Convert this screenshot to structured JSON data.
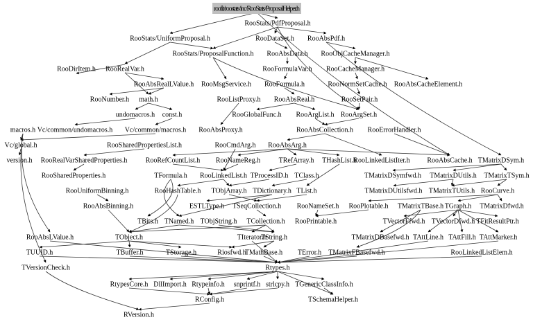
{
  "graph": {
    "root": "roofit/roostats/inc/RooStats/ProposalHelper.h",
    "root_fill": "#bfbfbf",
    "nodes": [
      "roofit/roostats/inc/RooStats/ProposalHelper.h",
      "RooStats/PdfProposal.h",
      "RooStats/UniformProposal.h",
      "RooDataSet.h",
      "RooAbsPdf.h",
      "RooStats/ProposalFunction.h",
      "RooAbsData.h",
      "RooObjCacheManager.h",
      "RooDirItem.h",
      "RooRealVar.h",
      "RooFormulaVar.h",
      "RooCacheManager.h",
      "RooAbsRealLValue.h",
      "RooMsgService.h",
      "RooFormula.h",
      "RooNormSetCache.h",
      "RooAbsCacheElement.h",
      "RooNumber.h",
      "math.h",
      "RooListProxy.h",
      "RooAbsReal.h",
      "RooSetPair.h",
      "undomacros.h",
      "const.h",
      "RooGlobalFunc.h",
      "RooArgList.h",
      "RooArgSet.h",
      "macros.h",
      "Vc/common/undomacros.h",
      "Vc/common/macros.h",
      "RooAbsProxy.h",
      "RooAbsCollection.h",
      "RooErrorHandler.h",
      "Vc/global.h",
      "RooSharedPropertiesList.h",
      "RooCmdArg.h",
      "RooAbsArg.h",
      "version.h",
      "RooRealVarSharedProperties.h",
      "RooRefCountList.h",
      "RooNameReg.h",
      "TRefArray.h",
      "THashList.h",
      "RooLinkedListIter.h",
      "RooAbsCache.h",
      "TMatrixDSym.h",
      "RooSharedProperties.h",
      "TFormula.h",
      "RooLinkedList.h",
      "TProcessID.h",
      "TClass.h",
      "TMatrixDSymfwd.h",
      "TMatrixDUtils.h",
      "TMatrixTSym.h",
      "RooUniformBinning.h",
      "RooHashTable.h",
      "TObjArray.h",
      "TDictionary.h",
      "TList.h",
      "TMatrixDUtilsfwd.h",
      "TMatrixTUtils.h",
      "RooCurve.h",
      "RooAbsBinning.h",
      "ESTLType.h",
      "TSeqCollection.h",
      "RooNameSet.h",
      "RooPlotable.h",
      "TMatrixTBase.h",
      "TGraph.h",
      "TMatrixDfwd.h",
      "TBits.h",
      "TNamed.h",
      "TObjString.h",
      "TCollection.h",
      "RooPrintable.h",
      "TVectorFfwd.h",
      "TVectorDfwd.h",
      "TFitResultPtr.h",
      "RooAbsLValue.h",
      "TObject.h",
      "TIterator.h",
      "TString.h",
      "TMatrixDBasefwd.h",
      "TAttLine.h",
      "TAttFill.h",
      "TAttMarker.h",
      "TUUID.h",
      "TBuffer.h",
      "TStorage.h",
      "Riosfwd.h",
      "TMathBase.h",
      "TError.h",
      "TMatrixFBasefwd.h",
      "RooLinkedListElem.h",
      "TVersionCheck.h",
      "Rtypes.h",
      "RtypesCore.h",
      "DllImport.h",
      "Rtypeinfo.h",
      "snprintf.h",
      "strlcpy.h",
      "TGenericClassInfo.h",
      "RConfig.h",
      "TSchemaHelper.h",
      "RVersion.h"
    ],
    "edges": [
      [
        "roofit/roostats/inc/RooStats/ProposalHelper.h",
        "RooStats/PdfProposal.h"
      ],
      [
        "roofit/roostats/inc/RooStats/ProposalHelper.h",
        "RooStats/UniformProposal.h"
      ],
      [
        "roofit/roostats/inc/RooStats/ProposalHelper.h",
        "RooAbsCache.h"
      ],
      [
        "RooStats/PdfProposal.h",
        "RooDataSet.h"
      ],
      [
        "RooStats/PdfProposal.h",
        "RooAbsPdf.h"
      ],
      [
        "RooStats/PdfProposal.h",
        "RooStats/ProposalFunction.h"
      ],
      [
        "RooStats/PdfProposal.h",
        "RooArgSet.h"
      ],
      [
        "RooStats/UniformProposal.h",
        "RooStats/ProposalFunction.h"
      ],
      [
        "RooStats/UniformProposal.h",
        "RooRealVar.h"
      ],
      [
        "RooDataSet.h",
        "RooAbsData.h"
      ],
      [
        "RooAbsPdf.h",
        "RooObjCacheManager.h"
      ],
      [
        "RooAbsPdf.h",
        "TMatrixDSym.h"
      ],
      [
        "RooStats/ProposalFunction.h",
        "RooMsgService.h"
      ],
      [
        "RooStats/ProposalFunction.h",
        "RooArgSet.h"
      ],
      [
        "RooAbsData.h",
        "RooFormulaVar.h"
      ],
      [
        "RooObjCacheManager.h",
        "RooCacheManager.h"
      ],
      [
        "RooObjCacheManager.h",
        "RooAbsCacheElement.h"
      ],
      [
        "RooRealVar.h",
        "RooAbsRealLValue.h"
      ],
      [
        "RooRealVar.h",
        "RooDirItem.h"
      ],
      [
        "RooRealVar.h",
        "math.h"
      ],
      [
        "RooFormulaVar.h",
        "RooFormula.h"
      ],
      [
        "RooCacheManager.h",
        "RooNormSetCache.h"
      ],
      [
        "RooAbsRealLValue.h",
        "RooNumber.h"
      ],
      [
        "RooAbsRealLValue.h",
        "math.h"
      ],
      [
        "RooFormula.h",
        "RooAbsReal.h"
      ],
      [
        "RooNormSetCache.h",
        "RooSetPair.h"
      ],
      [
        "RooSetPair.h",
        "RooArgSet.h"
      ],
      [
        "RooAbsReal.h",
        "RooArgList.h"
      ],
      [
        "RooAbsReal.h",
        "RooGlobalFunc.h"
      ],
      [
        "RooListProxy.h",
        "RooAbsProxy.h"
      ],
      [
        "math.h",
        "undomacros.h"
      ],
      [
        "math.h",
        "const.h"
      ],
      [
        "const.h",
        "Vc/common/macros.h"
      ],
      [
        "undomacros.h",
        "Vc/common/undomacros.h"
      ],
      [
        "Vc/common/macros.h",
        "Vc/global.h"
      ],
      [
        "macros.h",
        "Vc/global.h"
      ],
      [
        "Vc/global.h",
        "version.h"
      ],
      [
        "RooArgList.h",
        "RooAbsCollection.h"
      ],
      [
        "RooArgSet.h",
        "RooAbsCollection.h"
      ],
      [
        "RooAbsCollection.h",
        "RooAbsArg.h"
      ],
      [
        "RooAbsCollection.h",
        "RooLinkedListIter.h"
      ],
      [
        "RooErrorHandler.h",
        "RooAbsCache.h"
      ],
      [
        "RooSharedPropertiesList.h",
        "RooRealVarSharedProperties.h"
      ],
      [
        "RooRealVarSharedProperties.h",
        "RooSharedProperties.h"
      ],
      [
        "RooAbsArg.h",
        "TRefArray.h"
      ],
      [
        "RooAbsArg.h",
        "THashList.h"
      ],
      [
        "RooAbsArg.h",
        "RooRefCountList.h"
      ],
      [
        "RooAbsArg.h",
        "RooNameReg.h"
      ],
      [
        "RooAbsArg.h",
        "RooAbsCache.h"
      ],
      [
        "RooCmdArg.h",
        "RooLinkedList.h"
      ],
      [
        "RooRefCountList.h",
        "RooLinkedList.h"
      ],
      [
        "RooNameReg.h",
        "RooLinkedList.h"
      ],
      [
        "TRefArray.h",
        "TProcessID.h"
      ],
      [
        "THashList.h",
        "TList.h"
      ],
      [
        "TMatrixDSym.h",
        "TMatrixDSymfwd.h"
      ],
      [
        "TMatrixDSym.h",
        "TMatrixDUtils.h"
      ],
      [
        "TMatrixDSym.h",
        "TMatrixTSym.h"
      ],
      [
        "TMatrixDUtils.h",
        "TMatrixTUtils.h"
      ],
      [
        "TMatrixDUtils.h",
        "TMatrixDUtilsfwd.h"
      ],
      [
        "TMatrixTSym.h",
        "RooCurve.h"
      ],
      [
        "TMatrixTSym.h",
        "TMatrixTUtils.h"
      ],
      [
        "RooCurve.h",
        "TMatrixDfwd.h"
      ],
      [
        "RooCurve.h",
        "TGraph.h"
      ],
      [
        "RooCurve.h",
        "RooPlotable.h"
      ],
      [
        "RooLinkedList.h",
        "RooHashTable.h"
      ],
      [
        "RooLinkedList.h",
        "TObjArray.h"
      ],
      [
        "TProcessID.h",
        "TObjArray.h"
      ],
      [
        "TClass.h",
        "TDictionary.h"
      ],
      [
        "TObjArray.h",
        "TSeqCollection.h"
      ],
      [
        "TList.h",
        "TSeqCollection.h"
      ],
      [
        "TDictionary.h",
        "TNamed.h"
      ],
      [
        "TDictionary.h",
        "ESTLType.h"
      ],
      [
        "TSeqCollection.h",
        "TCollection.h"
      ],
      [
        "TFormula.h",
        "TBits.h"
      ],
      [
        "TFormula.h",
        "TNamed.h"
      ],
      [
        "RooUniformBinning.h",
        "RooAbsBinning.h"
      ],
      [
        "RooAbsBinning.h",
        "TObject.h"
      ],
      [
        "RooHashTable.h",
        "TObject.h"
      ],
      [
        "TCollection.h",
        "TIterator.h"
      ],
      [
        "TCollection.h",
        "TString.h"
      ],
      [
        "TCollection.h",
        "TObject.h"
      ],
      [
        "RooNameSet.h",
        "RooPrintable.h"
      ],
      [
        "RooPlotable.h",
        "RooPrintable.h"
      ],
      [
        "TMatrixTBase.h",
        "TMatrixDBasefwd.h"
      ],
      [
        "TMatrixTBase.h",
        "TMatrixFBasefwd.h"
      ],
      [
        "TGraph.h",
        "TAttLine.h"
      ],
      [
        "TGraph.h",
        "TAttFill.h"
      ],
      [
        "TGraph.h",
        "TAttMarker.h"
      ],
      [
        "TGraph.h",
        "TVectorFfwd.h"
      ],
      [
        "TGraph.h",
        "TVectorDfwd.h"
      ],
      [
        "TGraph.h",
        "TFitResultPtr.h"
      ],
      [
        "TNamed.h",
        "TObject.h"
      ],
      [
        "TNamed.h",
        "TString.h"
      ],
      [
        "TObjString.h",
        "TString.h"
      ],
      [
        "TObject.h",
        "TBuffer.h"
      ],
      [
        "TObject.h",
        "TStorage.h"
      ],
      [
        "TObject.h",
        "Riosfwd.h"
      ],
      [
        "TObject.h",
        "TUUID.h"
      ],
      [
        "TString.h",
        "TMathBase.h"
      ],
      [
        "TString.h",
        "Riosfwd.h"
      ],
      [
        "TMathBase.h",
        "Rtypes.h"
      ],
      [
        "TStorage.h",
        "Rtypes.h"
      ],
      [
        "TBuffer.h",
        "Rtypes.h"
      ],
      [
        "TError.h",
        "Rtypes.h"
      ],
      [
        "TMatrixFBasefwd.h",
        "Rtypes.h"
      ],
      [
        "RooLinkedListElem.h",
        "Rtypes.h"
      ],
      [
        "TUUID.h",
        "Rtypes.h"
      ],
      [
        "RooAbsLValue.h",
        "Rtypes.h"
      ],
      [
        "TIterator.h",
        "Rtypes.h"
      ],
      [
        "TAttLine.h",
        "Rtypes.h"
      ],
      [
        "TAttMarker.h",
        "Rtypes.h"
      ],
      [
        "macros.h",
        "TVersionCheck.h"
      ],
      [
        "macros.h",
        "RooAbsLValue.h"
      ],
      [
        "TVersionCheck.h",
        "RVersion.h"
      ],
      [
        "Rtypes.h",
        "RtypesCore.h"
      ],
      [
        "Rtypes.h",
        "DllImport.h"
      ],
      [
        "Rtypes.h",
        "Rtypeinfo.h"
      ],
      [
        "Rtypes.h",
        "snprintf.h"
      ],
      [
        "Rtypes.h",
        "strlcpy.h"
      ],
      [
        "Rtypes.h",
        "TGenericClassInfo.h"
      ],
      [
        "Rtypes.h",
        "TSchemaHelper.h"
      ],
      [
        "TGenericClassInfo.h",
        "TSchemaHelper.h"
      ],
      [
        "RtypesCore.h",
        "RConfig.h"
      ],
      [
        "Rtypeinfo.h",
        "RConfig.h"
      ],
      [
        "snprintf.h",
        "RConfig.h"
      ],
      [
        "strlcpy.h",
        "RConfig.h"
      ],
      [
        "RConfig.h",
        "RVersion.h"
      ]
    ]
  }
}
